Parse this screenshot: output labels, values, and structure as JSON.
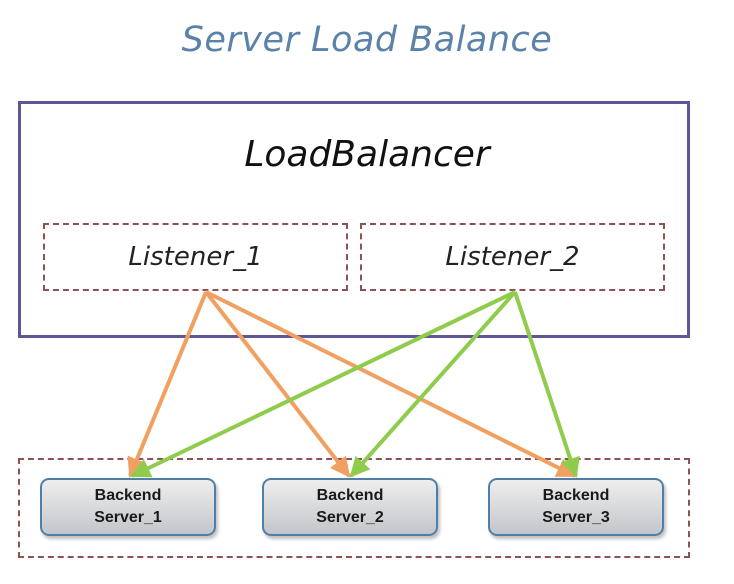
{
  "title": "Server Load Balance",
  "load_balancer": {
    "name": "LoadBalancer",
    "listeners": [
      "Listener_1",
      "Listener_2"
    ]
  },
  "backend_servers": [
    {
      "line1": "Backend",
      "line2": "Server_1"
    },
    {
      "line1": "Backend",
      "line2": "Server_2"
    },
    {
      "line1": "Backend",
      "line2": "Server_3"
    }
  ],
  "connections": [
    {
      "from": "Listener_1",
      "to": "Server_1",
      "color": "#f0a060"
    },
    {
      "from": "Listener_1",
      "to": "Server_2",
      "color": "#f0a060"
    },
    {
      "from": "Listener_1",
      "to": "Server_3",
      "color": "#f0a060"
    },
    {
      "from": "Listener_2",
      "to": "Server_1",
      "color": "#8fcc4c"
    },
    {
      "from": "Listener_2",
      "to": "Server_2",
      "color": "#8fcc4c"
    },
    {
      "from": "Listener_2",
      "to": "Server_3",
      "color": "#8fcc4c"
    }
  ],
  "colors": {
    "title": "#5b82a8",
    "load_balancer_border": "#5e5697",
    "dashed_border": "#8e5154",
    "server_border": "#4f7fa8",
    "listener_1_arrows": "#f0a060",
    "listener_2_arrows": "#8fcc4c"
  }
}
